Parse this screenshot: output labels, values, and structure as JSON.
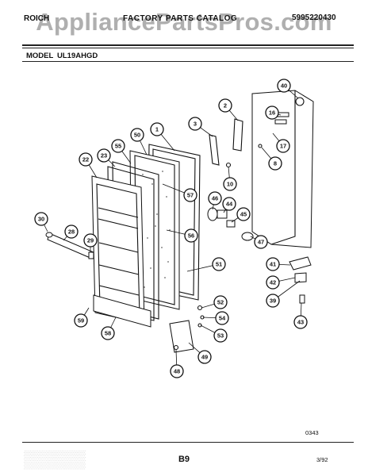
{
  "header": {
    "brand_line1": "ROICH",
    "brand_line2": "",
    "catalog_title": "FACTORY PARTS CATALOG",
    "catalog_number": "5995220430"
  },
  "watermark": "AppliancePartsPros.com",
  "model": {
    "label": "MODEL",
    "value": "UL19AHGD"
  },
  "callouts": [
    "40",
    "2",
    "16",
    "3",
    "1",
    "50",
    "55",
    "23",
    "22",
    "17",
    "8",
    "10",
    "57",
    "46",
    "44",
    "45",
    "30",
    "28",
    "29",
    "56",
    "47",
    "41",
    "51",
    "42",
    "39",
    "52",
    "54",
    "53",
    "59",
    "58",
    "43",
    "49",
    "48"
  ],
  "footer": {
    "ref_code": "0343",
    "page": "B9",
    "date": "3/92"
  }
}
